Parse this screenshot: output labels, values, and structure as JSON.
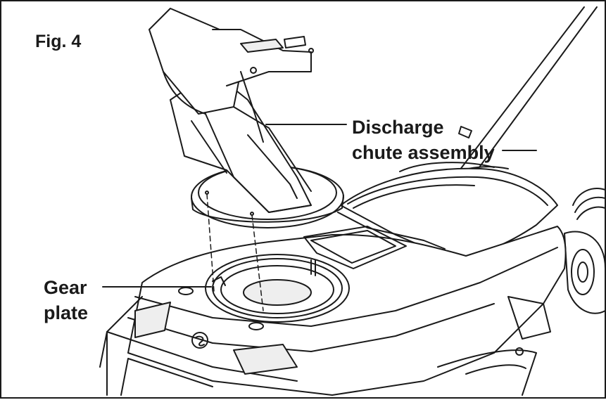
{
  "figure": {
    "label": "Fig. 4"
  },
  "callouts": {
    "discharge_chute": {
      "line1": "Discharge",
      "line2": "chute assembly"
    },
    "gear_plate": {
      "line1": "Gear",
      "line2": "plate"
    }
  },
  "colors": {
    "ink": "#1a1a1a",
    "paper": "#ffffff",
    "shade": "#eeeeee"
  }
}
